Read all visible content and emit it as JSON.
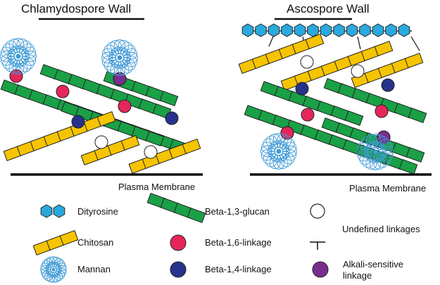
{
  "titles": {
    "left": "Chlamydospore Wall",
    "right": "Ascospore Wall"
  },
  "membranes": {
    "left": "Plasma Membrane",
    "right": "Plasma Membrane"
  },
  "legend": {
    "dityrosine": "Dityrosine",
    "chitosan": "Chitosan",
    "mannan": "Mannan",
    "beta13": "Beta-1,3-glucan",
    "beta16": "Beta-1,6-linkage",
    "beta14": "Beta-1,4-linkage",
    "undefined": "Undefined linkages",
    "alkali_line1": "Alkali-sensitive",
    "alkali_line2": "linkage"
  },
  "colors": {
    "green": "#1aa046",
    "yellow": "#f6c400",
    "cyan": "#2aa9df",
    "mannan": "#3f9ad6",
    "beta16": "#e5265a",
    "beta14": "#27328c",
    "alkali": "#7b2d8e",
    "undefined_fill": "#ffffff"
  }
}
